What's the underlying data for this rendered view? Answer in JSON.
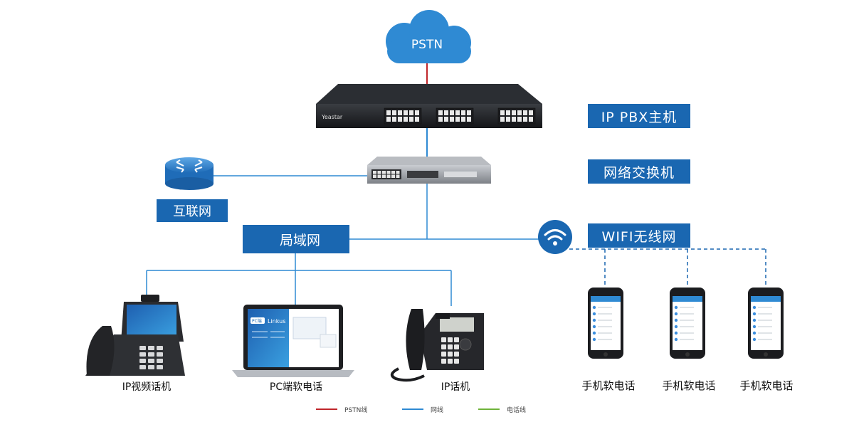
{
  "cloud": {
    "label": "PSTN"
  },
  "labels": {
    "pbx": "IP PBX主机",
    "switch": "网络交换机",
    "wifi": "WIFI无线网",
    "internet": "互联网",
    "lan": "局域网"
  },
  "pbx": {
    "brand": "Yeastar"
  },
  "devices": {
    "video_phone": "IP视频话机",
    "pc_softphone": "PC端软电话",
    "ip_phone": "IP话机",
    "mobile_1": "手机软电话",
    "mobile_2": "手机软电话",
    "mobile_3": "手机软电话"
  },
  "laptop_screen": {
    "logo": "PC端",
    "app": "Linkus"
  },
  "legend": [
    {
      "label": "PSTN线",
      "color": "#c0262b"
    },
    {
      "label": "网线",
      "color": "#2f8ad3"
    },
    {
      "label": "电话线",
      "color": "#6fb33a"
    }
  ],
  "colors": {
    "accent": "#1a67b1",
    "cloud": "#2f8ad3",
    "pstn_line": "#c0262b",
    "net_line": "#2f8ad3"
  }
}
